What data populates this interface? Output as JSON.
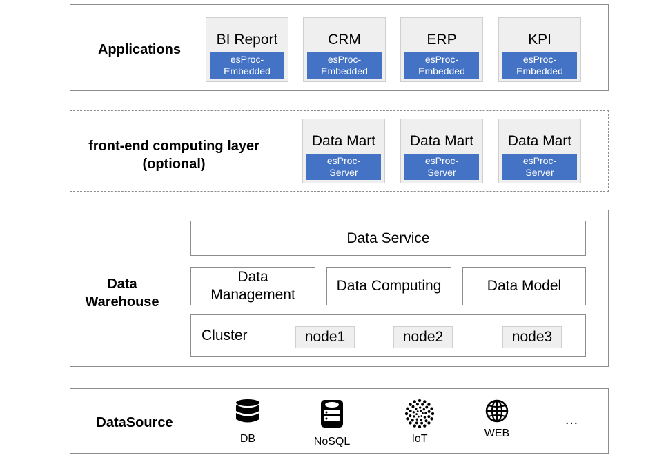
{
  "applications": {
    "title": "Applications",
    "cards": [
      {
        "name": "BI Report",
        "tag": "esProc-\nEmbedded"
      },
      {
        "name": "CRM",
        "tag": "esProc-\nEmbedded"
      },
      {
        "name": "ERP",
        "tag": "esProc-\nEmbedded"
      },
      {
        "name": "KPI",
        "tag": "esProc-\nEmbedded"
      }
    ]
  },
  "frontend": {
    "title_line1": "front-end computing layer",
    "title_line2": "(optional)",
    "cards": [
      {
        "name": "Data Mart",
        "tag": "esProc-\nServer"
      },
      {
        "name": "Data Mart",
        "tag": "esProc-\nServer"
      },
      {
        "name": "Data Mart",
        "tag": "esProc-\nServer"
      }
    ]
  },
  "warehouse": {
    "title_line1": "Data",
    "title_line2": "Warehouse",
    "service": "Data Service",
    "management": "Data\nManagement",
    "computing": "Data Computing",
    "model": "Data Model",
    "cluster": {
      "label": "Cluster",
      "nodes": [
        "node1",
        "node2",
        "node3"
      ]
    }
  },
  "datasource": {
    "title": "DataSource",
    "items": [
      {
        "label": "DB",
        "icon": "database-icon"
      },
      {
        "label": "NoSQL",
        "icon": "nosql-icon"
      },
      {
        "label": "IoT",
        "icon": "iot-icon"
      },
      {
        "label": "WEB",
        "icon": "globe-icon"
      }
    ],
    "more": "…"
  },
  "colors": {
    "tag_blue": "#4472c4",
    "card_gray": "#efefef",
    "border": "#8c8c8c"
  }
}
